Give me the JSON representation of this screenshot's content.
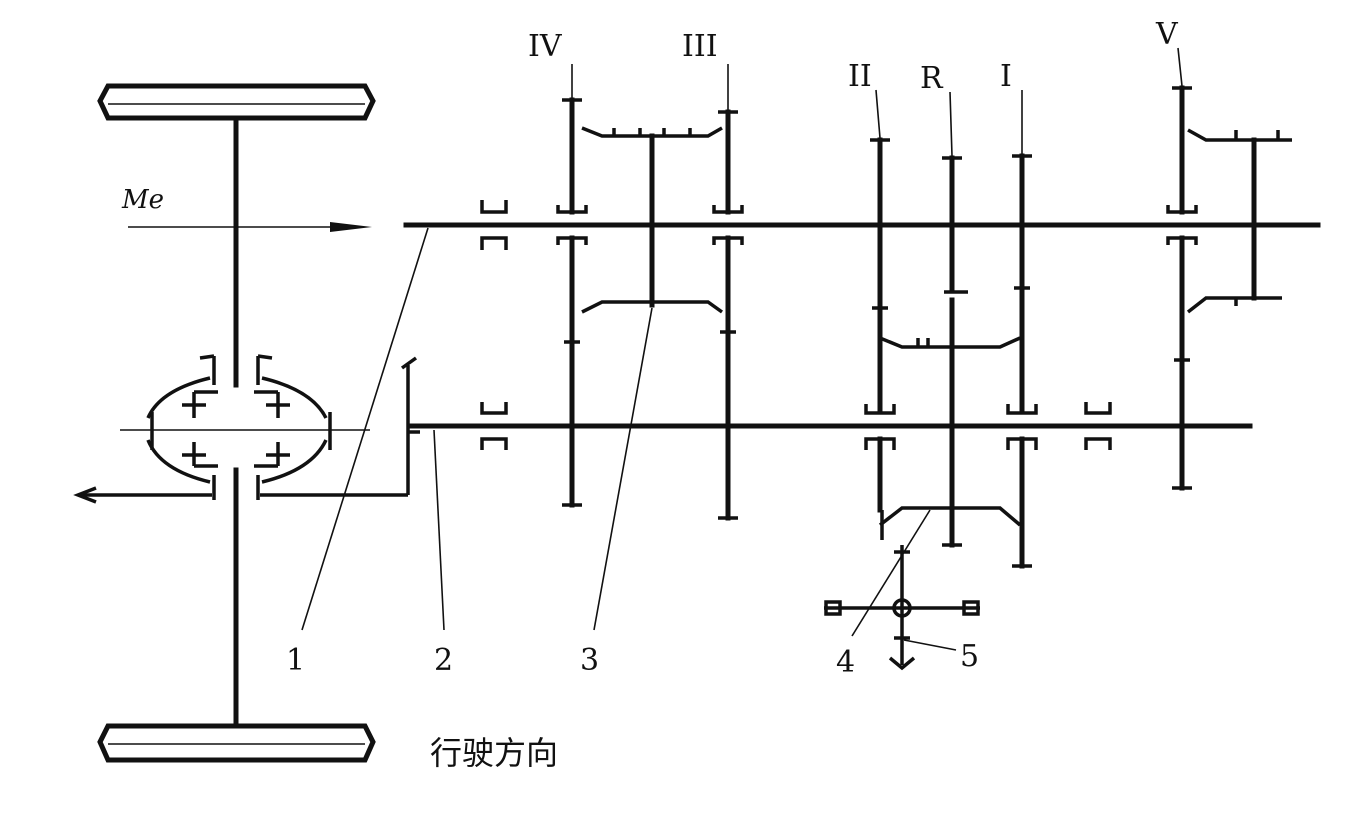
{
  "gear_labels": {
    "iv": "IV",
    "iii": "III",
    "ii": "II",
    "r": "R",
    "i": "I",
    "v": "V"
  },
  "torque_label": "Me",
  "part_labels": {
    "p1": "1",
    "p2": "2",
    "p3": "3",
    "p4": "4",
    "p5": "5"
  },
  "direction_label": "行驶方向"
}
